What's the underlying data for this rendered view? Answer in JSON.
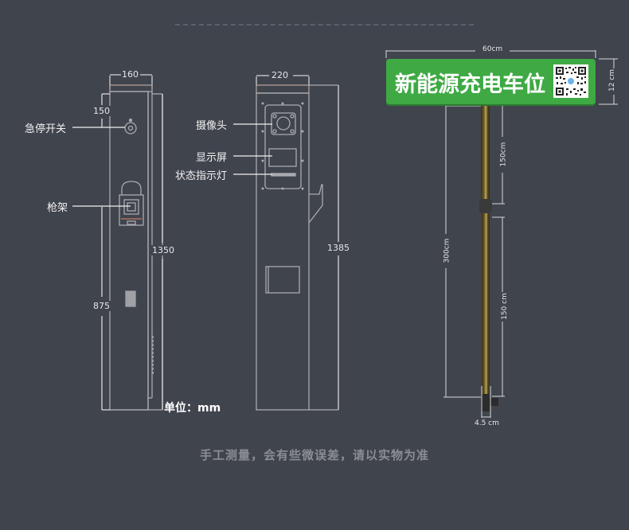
{
  "left_unit": {
    "dimensions": {
      "width": "160",
      "top_offset": "150",
      "height_total": "1350",
      "holster_height": "875"
    },
    "callouts": {
      "emergency_stop": "急停开关",
      "gun_holder": "枪架"
    }
  },
  "middle_unit": {
    "dimensions": {
      "width": "220",
      "height_total": "1385"
    },
    "callouts": {
      "camera": "摄像头",
      "display": "显示屏",
      "status_light": "状态指示灯"
    }
  },
  "unit_label": "单位：mm",
  "sign_post": {
    "sign_text": "新能源充电车位",
    "sign_color": "#3fa944",
    "dimensions": {
      "sign_width": "60cm",
      "sign_height": "12 cm",
      "upper_pole": "150cm",
      "lower_pole": "150 cm",
      "total_height": "300cm",
      "pole_diameter": "4.5 cm"
    }
  },
  "footnote": "手工测量，会有些微误差，请以实物为准"
}
